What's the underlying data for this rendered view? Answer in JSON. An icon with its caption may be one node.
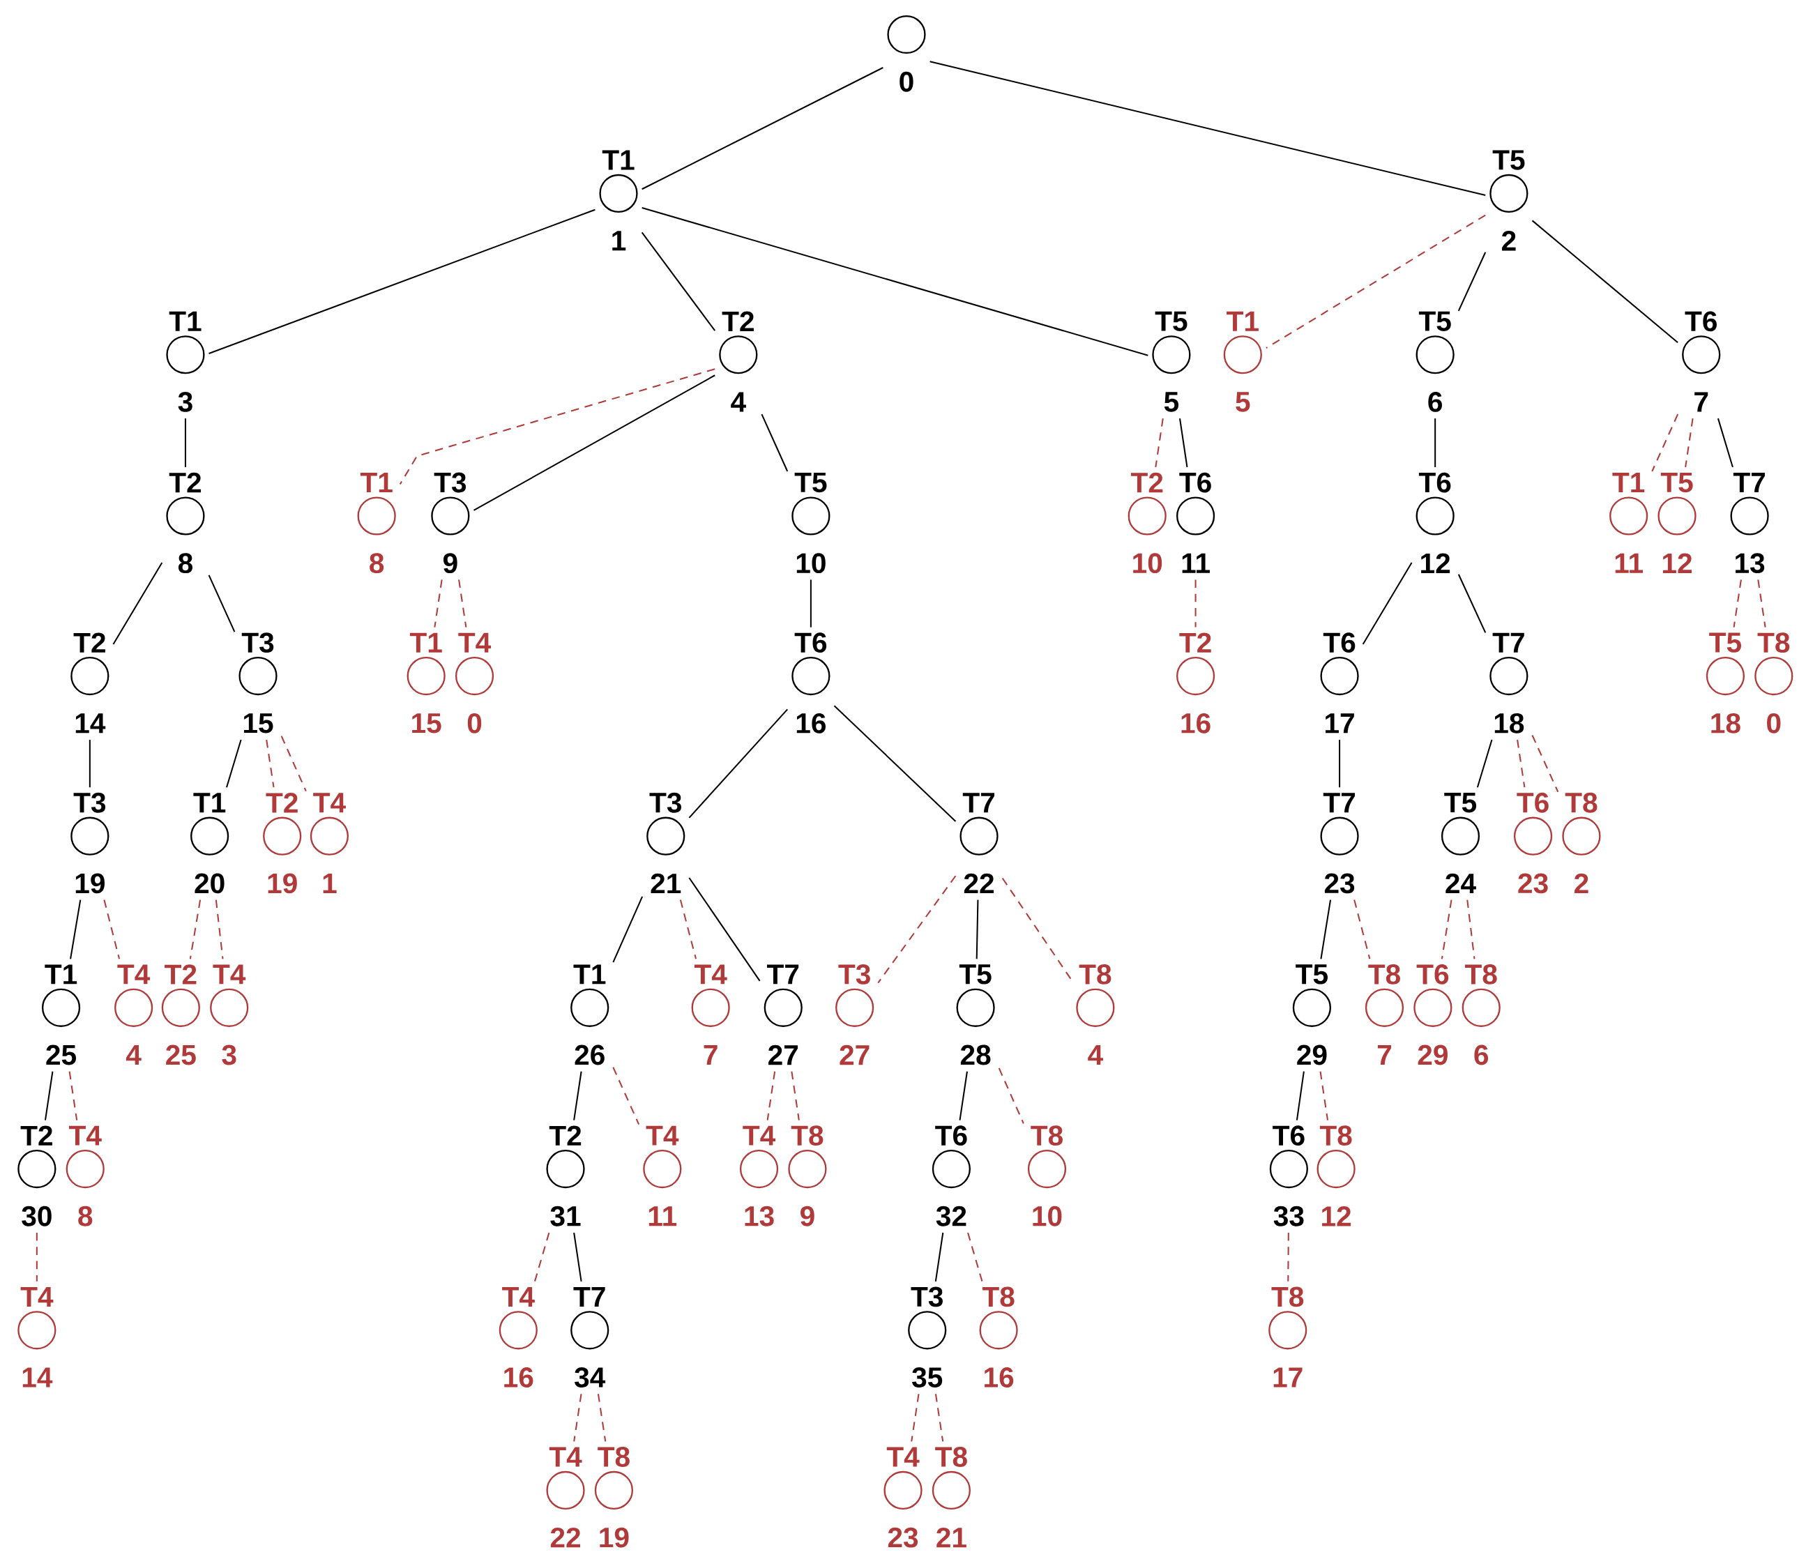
{
  "diagram": {
    "nodes": [
      {
        "text": [
          "0"
        ]
      },
      {
        "text": [
          "T1",
          "1"
        ]
      },
      {
        "text": [
          "T5",
          "2"
        ]
      },
      {
        "text": [
          "T1",
          "3"
        ]
      },
      {
        "text": [
          "T2",
          "4"
        ]
      },
      {
        "text": [
          "T5",
          "5"
        ]
      },
      {
        "text": [
          "T1",
          "5"
        ]
      },
      {
        "text": [
          "T5",
          "6"
        ]
      },
      {
        "text": [
          "T6",
          "7"
        ]
      },
      {
        "text": [
          "T2",
          "8"
        ]
      },
      {
        "text": [
          "T1",
          "8"
        ]
      },
      {
        "text": [
          "T3",
          "9"
        ]
      },
      {
        "text": [
          "T5",
          "10"
        ]
      },
      {
        "text": [
          "T2",
          "10"
        ]
      },
      {
        "text": [
          "T6",
          "11"
        ]
      },
      {
        "text": [
          "T6",
          "12"
        ]
      },
      {
        "text": [
          "T1",
          "11"
        ]
      },
      {
        "text": [
          "T5",
          "12"
        ]
      },
      {
        "text": [
          "T7",
          "13"
        ]
      },
      {
        "text": [
          "T2",
          "14"
        ]
      },
      {
        "text": [
          "T3",
          "15"
        ]
      },
      {
        "text": [
          "T1",
          "15"
        ]
      },
      {
        "text": [
          "T4",
          "0"
        ]
      },
      {
        "text": [
          "T6",
          "16"
        ]
      },
      {
        "text": [
          "T2",
          "16"
        ]
      },
      {
        "text": [
          "T6",
          "17"
        ]
      },
      {
        "text": [
          "T7",
          "18"
        ]
      },
      {
        "text": [
          "T5",
          "18"
        ]
      },
      {
        "text": [
          "T8",
          "0"
        ]
      },
      {
        "text": [
          "T3",
          "19"
        ]
      },
      {
        "text": [
          "T1",
          "20"
        ]
      },
      {
        "text": [
          "T2",
          "19"
        ]
      },
      {
        "text": [
          "T4",
          "1"
        ]
      },
      {
        "text": [
          "T3",
          "21"
        ]
      },
      {
        "text": [
          "T7",
          "22"
        ]
      },
      {
        "text": [
          "T7",
          "23"
        ]
      },
      {
        "text": [
          "T5",
          "24"
        ]
      },
      {
        "text": [
          "T6",
          "23"
        ]
      },
      {
        "text": [
          "T8",
          "2"
        ]
      },
      {
        "text": [
          "T1",
          "25"
        ]
      },
      {
        "text": [
          "T4",
          "4"
        ]
      },
      {
        "text": [
          "T2",
          "25"
        ]
      },
      {
        "text": [
          "T4",
          "3"
        ]
      },
      {
        "text": [
          "T1",
          "26"
        ]
      },
      {
        "text": [
          "T4",
          "7"
        ]
      },
      {
        "text": [
          "T7",
          "27"
        ]
      },
      {
        "text": [
          "T3",
          "27"
        ]
      },
      {
        "text": [
          "T5",
          "28"
        ]
      },
      {
        "text": [
          "T8",
          "4"
        ]
      },
      {
        "text": [
          "T5",
          "29"
        ]
      },
      {
        "text": [
          "T8",
          "7"
        ]
      },
      {
        "text": [
          "T6",
          "29"
        ]
      },
      {
        "text": [
          "T8",
          "6"
        ]
      },
      {
        "text": [
          "T2",
          "30"
        ]
      },
      {
        "text": [
          "T4",
          "8"
        ]
      },
      {
        "text": [
          "T2",
          "31"
        ]
      },
      {
        "text": [
          "T4",
          "11"
        ]
      },
      {
        "text": [
          "T4",
          "13"
        ]
      },
      {
        "text": [
          "T8",
          "9"
        ]
      },
      {
        "text": [
          "T6",
          "32"
        ]
      },
      {
        "text": [
          "T8",
          "10"
        ]
      },
      {
        "text": [
          "T6",
          "33"
        ]
      },
      {
        "text": [
          "T8",
          "12"
        ]
      },
      {
        "text": [
          "T4",
          "14"
        ]
      },
      {
        "text": [
          "T4",
          "16"
        ]
      },
      {
        "text": [
          "T7",
          "34"
        ]
      },
      {
        "text": [
          "T3",
          "35"
        ]
      },
      {
        "text": [
          "T8",
          "16"
        ]
      },
      {
        "text": [
          "T8",
          "17"
        ]
      },
      {
        "text": [
          "T4",
          "22"
        ]
      },
      {
        "text": [
          "T8",
          "19"
        ]
      },
      {
        "text": [
          "T4",
          "23"
        ]
      },
      {
        "text": [
          "T8",
          "21"
        ]
      }
    ],
    "edges": [
      {
        "from": 0,
        "to": 1,
        "arrow": "none",
        "color": "#000000"
      },
      {
        "from": 0,
        "to": 2,
        "arrow": "none",
        "color": "#000000"
      },
      {
        "from": 1,
        "to": 3,
        "arrow": "none",
        "color": "#000000"
      },
      {
        "from": 1,
        "to": 4,
        "arrow": "none",
        "color": "#000000"
      },
      {
        "from": 1,
        "to": 5,
        "arrow": "none",
        "color": "#000000"
      },
      {
        "from": 2,
        "to": 6,
        "arrow": "none",
        "style": "dashed",
        "color": "#b03a3a"
      },
      {
        "from": 2,
        "to": 7,
        "arrow": "none",
        "color": "#000000"
      },
      {
        "from": 2,
        "to": 8,
        "arrow": "none",
        "color": "#000000"
      },
      {
        "from": 3,
        "to": 9,
        "arrow": "none",
        "color": "#000000"
      },
      {
        "from": 4,
        "to": 10,
        "arrow": "none",
        "style": "dashed",
        "color": "#b03a3a"
      },
      {
        "from": 4,
        "to": 11,
        "arrow": "none",
        "color": "#000000"
      },
      {
        "from": 4,
        "to": 12,
        "arrow": "none",
        "color": "#000000"
      },
      {
        "from": 5,
        "to": 13,
        "arrow": "none",
        "style": "dashed",
        "color": "#b03a3a"
      },
      {
        "from": 5,
        "to": 14,
        "arrow": "none",
        "color": "#000000"
      },
      {
        "from": 7,
        "to": 15,
        "arrow": "none",
        "color": "#000000"
      },
      {
        "from": 8,
        "to": 16,
        "arrow": "none",
        "style": "dashed",
        "color": "#b03a3a"
      },
      {
        "from": 8,
        "to": 17,
        "arrow": "none",
        "style": "dashed",
        "color": "#b03a3a"
      },
      {
        "from": 8,
        "to": 18,
        "arrow": "none",
        "color": "#000000"
      },
      {
        "from": 9,
        "to": 19,
        "arrow": "none",
        "color": "#000000"
      },
      {
        "from": 9,
        "to": 20,
        "arrow": "none",
        "color": "#000000"
      },
      {
        "from": 11,
        "to": 21,
        "arrow": "none",
        "style": "dashed",
        "color": "#b03a3a"
      },
      {
        "from": 11,
        "to": 22,
        "arrow": "none",
        "style": "dashed",
        "color": "#b03a3a"
      },
      {
        "from": 12,
        "to": 23,
        "arrow": "none",
        "color": "#000000"
      },
      {
        "from": 14,
        "to": 24,
        "arrow": "none",
        "style": "dashed",
        "color": "#b03a3a"
      },
      {
        "from": 15,
        "to": 25,
        "arrow": "none",
        "color": "#000000"
      },
      {
        "from": 15,
        "to": 26,
        "arrow": "none",
        "color": "#000000"
      },
      {
        "from": 18,
        "to": 27,
        "arrow": "none",
        "style": "dashed",
        "color": "#b03a3a"
      },
      {
        "from": 18,
        "to": 28,
        "arrow": "none",
        "style": "dashed",
        "color": "#b03a3a"
      },
      {
        "from": 19,
        "to": 29,
        "arrow": "none",
        "color": "#000000"
      },
      {
        "from": 20,
        "to": 30,
        "arrow": "none",
        "color": "#000000"
      },
      {
        "from": 20,
        "to": 31,
        "arrow": "none",
        "style": "dashed",
        "color": "#b03a3a"
      },
      {
        "from": 20,
        "to": 32,
        "arrow": "none",
        "style": "dashed",
        "color": "#b03a3a"
      },
      {
        "from": 23,
        "to": 33,
        "arrow": "none",
        "color": "#000000"
      },
      {
        "from": 23,
        "to": 34,
        "arrow": "none",
        "color": "#000000"
      },
      {
        "from": 25,
        "to": 35,
        "arrow": "none",
        "color": "#000000"
      },
      {
        "from": 26,
        "to": 36,
        "arrow": "none",
        "color": "#000000"
      },
      {
        "from": 26,
        "to": 37,
        "arrow": "none",
        "style": "dashed",
        "color": "#b03a3a"
      },
      {
        "from": 26,
        "to": 38,
        "arrow": "none",
        "style": "dashed",
        "color": "#b03a3a"
      },
      {
        "from": 29,
        "to": 39,
        "arrow": "none",
        "color": "#000000"
      },
      {
        "from": 29,
        "to": 40,
        "arrow": "none",
        "style": "dashed",
        "color": "#b03a3a"
      },
      {
        "from": 30,
        "to": 41,
        "arrow": "none",
        "style": "dashed",
        "color": "#b03a3a"
      },
      {
        "from": 30,
        "to": 42,
        "arrow": "none",
        "style": "dashed",
        "color": "#b03a3a"
      },
      {
        "from": 33,
        "to": 43,
        "arrow": "none",
        "color": "#000000"
      },
      {
        "from": 33,
        "to": 44,
        "arrow": "none",
        "style": "dashed",
        "color": "#b03a3a"
      },
      {
        "from": 33,
        "to": 45,
        "arrow": "none",
        "color": "#000000"
      },
      {
        "from": 34,
        "to": 46,
        "arrow": "none",
        "style": "dashed",
        "color": "#b03a3a"
      },
      {
        "from": 34,
        "to": 47,
        "arrow": "none",
        "color": "#000000"
      },
      {
        "from": 34,
        "to": 48,
        "arrow": "none",
        "style": "dashed",
        "color": "#b03a3a"
      },
      {
        "from": 35,
        "to": 49,
        "arrow": "none",
        "color": "#000000"
      },
      {
        "from": 35,
        "to": 50,
        "arrow": "none",
        "style": "dashed",
        "color": "#b03a3a"
      },
      {
        "from": 36,
        "to": 51,
        "arrow": "none",
        "style": "dashed",
        "color": "#b03a3a"
      },
      {
        "from": 36,
        "to": 52,
        "arrow": "none",
        "style": "dashed",
        "color": "#b03a3a"
      },
      {
        "from": 39,
        "to": 53,
        "arrow": "none",
        "color": "#000000"
      },
      {
        "from": 39,
        "to": 54,
        "arrow": "none",
        "style": "dashed",
        "color": "#b03a3a"
      },
      {
        "from": 43,
        "to": 55,
        "arrow": "none",
        "color": "#000000"
      },
      {
        "from": 43,
        "to": 56,
        "arrow": "none",
        "style": "dashed",
        "color": "#b03a3a"
      },
      {
        "from": 45,
        "to": 57,
        "arrow": "none",
        "style": "dashed",
        "color": "#b03a3a"
      },
      {
        "from": 45,
        "to": 58,
        "arrow": "none",
        "style": "dashed",
        "color": "#b03a3a"
      },
      {
        "from": 47,
        "to": 59,
        "arrow": "none",
        "color": "#000000"
      },
      {
        "from": 47,
        "to": 60,
        "arrow": "none",
        "style": "dashed",
        "color": "#b03a3a"
      },
      {
        "from": 49,
        "to": 61,
        "arrow": "none",
        "color": "#000000"
      },
      {
        "from": 49,
        "to": 62,
        "arrow": "none",
        "style": "dashed",
        "color": "#b03a3a"
      },
      {
        "from": 53,
        "to": 63,
        "arrow": "none",
        "style": "dashed",
        "color": "#b03a3a"
      },
      {
        "from": 55,
        "to": 64,
        "arrow": "none",
        "style": "dashed",
        "color": "#b03a3a"
      },
      {
        "from": 55,
        "to": 65,
        "arrow": "none",
        "color": "#000000"
      },
      {
        "from": 59,
        "to": 66,
        "arrow": "none",
        "color": "#000000"
      },
      {
        "from": 59,
        "to": 67,
        "arrow": "none",
        "style": "dashed",
        "color": "#b03a3a"
      },
      {
        "from": 61,
        "to": 68,
        "arrow": "none",
        "style": "dashed",
        "color": "#b03a3a"
      },
      {
        "from": 65,
        "to": 69,
        "arrow": "none",
        "style": "dashed",
        "color": "#b03a3a"
      },
      {
        "from": 65,
        "to": 70,
        "arrow": "none",
        "style": "dashed",
        "color": "#b03a3a"
      },
      {
        "from": 66,
        "to": 71,
        "arrow": "none",
        "style": "dashed",
        "color": "#b03a3a"
      },
      {
        "from": 66,
        "to": 72,
        "arrow": "none",
        "style": "dashed",
        "color": "#b03a3a"
      }
    ]
  }
}
